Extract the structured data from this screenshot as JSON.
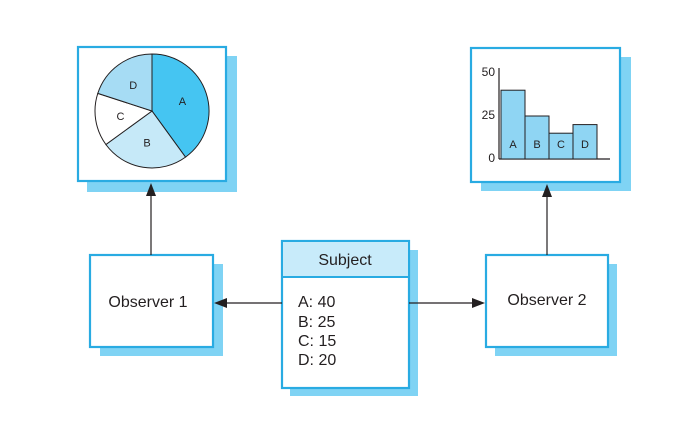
{
  "colors": {
    "border": "#29abe2",
    "shadow": "#7fd3f4",
    "slice_a": "#45c5f2",
    "slice_b": "#c6e9f8",
    "slice_c": "#ffffff",
    "slice_d": "#a6dcf4",
    "bar_fill": "#8fd5f3",
    "subject_header_fill": "#c8ebfa",
    "line": "#231f20"
  },
  "subject": {
    "title": "Subject",
    "lines": [
      "A: 40",
      "B: 25",
      "C: 15",
      "D: 20"
    ]
  },
  "observers": {
    "left_label": "Observer 1",
    "right_label": "Observer 2"
  },
  "pie_view": {
    "chart_data": {
      "type": "pie",
      "labels": [
        "A",
        "B",
        "C",
        "D"
      ],
      "values": [
        40,
        25,
        15,
        20
      ]
    }
  },
  "bar_view": {
    "chart_data": {
      "type": "bar",
      "categories": [
        "A",
        "B",
        "C",
        "D"
      ],
      "values": [
        40,
        25,
        15,
        20
      ],
      "ylim": [
        0,
        50
      ],
      "yticks": [
        "50",
        "25",
        "0"
      ]
    }
  }
}
